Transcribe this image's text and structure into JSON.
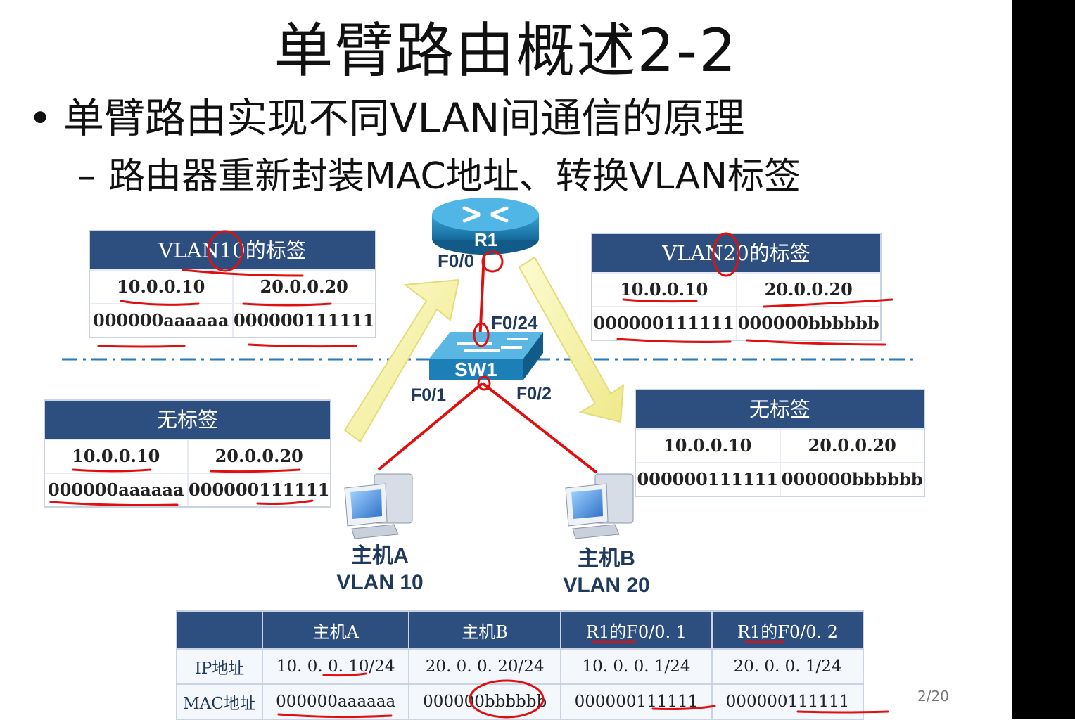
{
  "slide": {
    "title": "单臂路由概述2-2",
    "bullet1": "单臂路由实现不同VLAN间通信的原理",
    "bullet2": "路由器重新封装MAC地址、转换VLAN标签",
    "page": "2/20"
  },
  "devices": {
    "router": "R1",
    "switch": "SW1",
    "ports": {
      "router_f00": "F0/0",
      "switch_f024": "F0/24",
      "switch_f01": "F0/1",
      "switch_f02": "F0/2"
    },
    "hostA": {
      "name": "主机A",
      "vlan": "VLAN 10"
    },
    "hostB": {
      "name": "主机B",
      "vlan": "VLAN 20"
    }
  },
  "tables": {
    "vlan10": {
      "header": "VLAN10的标签",
      "ip_a": "10.0.0.10",
      "ip_b": "20.0.0.20",
      "mac_a": "000000aaaaaa",
      "mac_b": "000000111111"
    },
    "vlan20": {
      "header": "VLAN20的标签",
      "ip_a": "10.0.0.10",
      "ip_b": "20.0.0.20",
      "mac_a": "000000111111",
      "mac_b": "000000bbbbbb"
    },
    "untag_left": {
      "header": "无标签",
      "ip_a": "10.0.0.10",
      "ip_b": "20.0.0.20",
      "mac_a": "000000aaaaaa",
      "mac_b": "000000111111"
    },
    "untag_right": {
      "header": "无标签",
      "ip_a": "10.0.0.10",
      "ip_b": "20.0.0.20",
      "mac_a": "000000111111",
      "mac_b": "000000bbbbbb"
    }
  },
  "summary": {
    "headers": [
      "",
      "主机A",
      "主机B",
      "R1的F0/0. 1",
      "R1的F0/0. 2"
    ],
    "rows": [
      {
        "label": "IP地址",
        "values": [
          "10. 0. 0. 10/24",
          "20. 0. 0. 20/24",
          "10. 0. 0. 1/24",
          "20. 0. 0. 1/24"
        ]
      },
      {
        "label": "MAC地址",
        "values": [
          "000000aaaaaa",
          "000000bbbbbb",
          "000000111111",
          "000000111111"
        ]
      }
    ]
  },
  "colors": {
    "header_bg": "#2d4f80",
    "annotation": "#e01010",
    "arrow_fill": "#f5f2a0",
    "device_blue": "#1d7fb8"
  }
}
